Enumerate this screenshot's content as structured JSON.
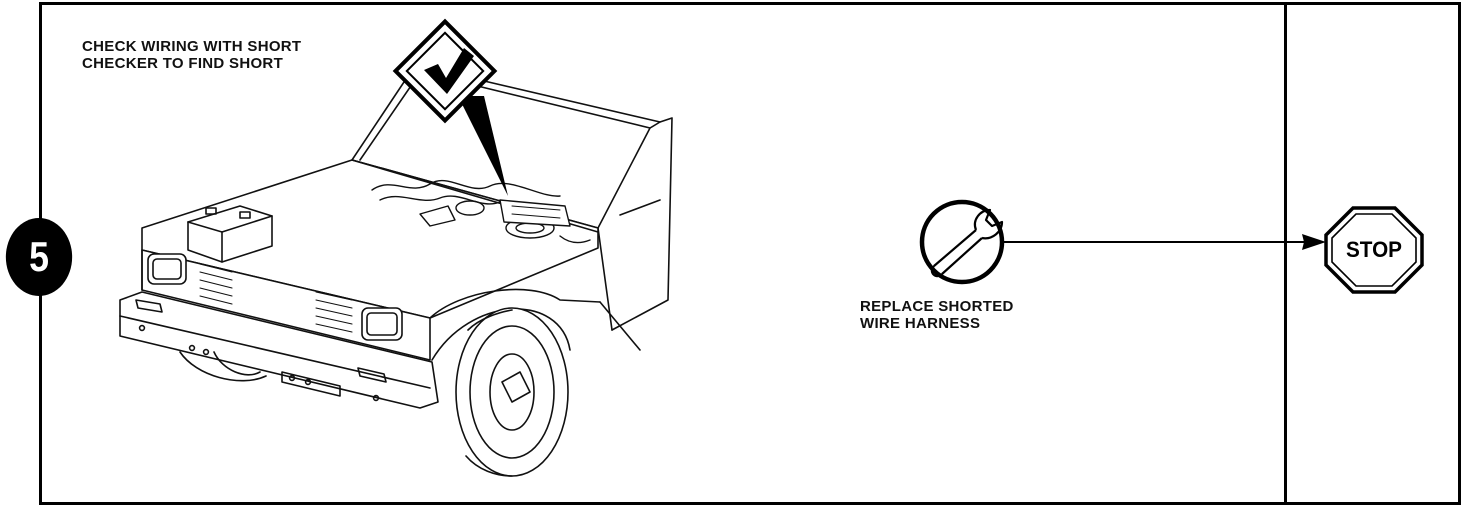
{
  "step": {
    "number": "5"
  },
  "check_step": {
    "caption_lines": [
      "CHECK WIRING WITH SHORT",
      "CHECKER TO FIND SHORT"
    ],
    "icon": "checkmark-icon"
  },
  "repair_step": {
    "caption_lines": [
      "REPLACE SHORTED",
      "WIRE HARNESS"
    ],
    "icon": "wrench-icon"
  },
  "end_step": {
    "label": "STOP",
    "icon": "stop-sign-icon"
  },
  "colors": {
    "ink": "#000000",
    "paper": "#ffffff"
  }
}
